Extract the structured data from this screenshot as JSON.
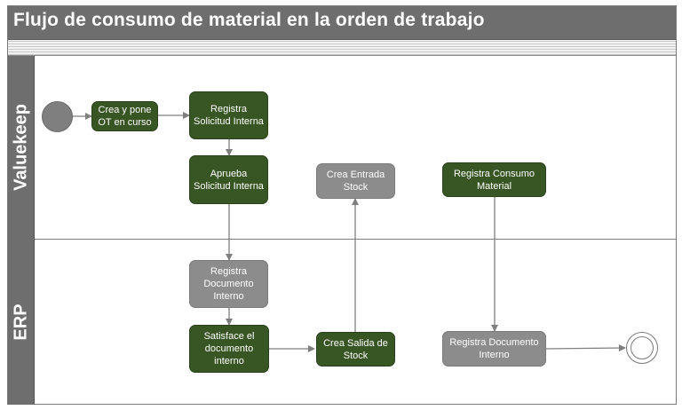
{
  "title": "Flujo de consumo de material en la orden de trabajo",
  "lanes": {
    "top": "Valuekeep",
    "bottom": "ERP"
  },
  "nodes": {
    "crea_pone": "Crea y pone OT en curso",
    "registra_solicitud": "Registra Solicitud Interna",
    "aprueba_solicitud": "Aprueba Solicitud Interna",
    "crea_entrada": "Crea Entrada Stock",
    "registra_consumo": "Registra Consumo Material",
    "registra_documento": "Registra Documento Interno",
    "satisface_documento": "Satisface el documento interno",
    "crea_salida": "Crea Salida de Stock",
    "registra_documento_erp": "Registra Documento Interno"
  },
  "colors": {
    "header": "#6e6e6e",
    "valuekeep_task": "#375623",
    "erp_task": "#8c8c8c",
    "connector": "#7f7f7f"
  }
}
